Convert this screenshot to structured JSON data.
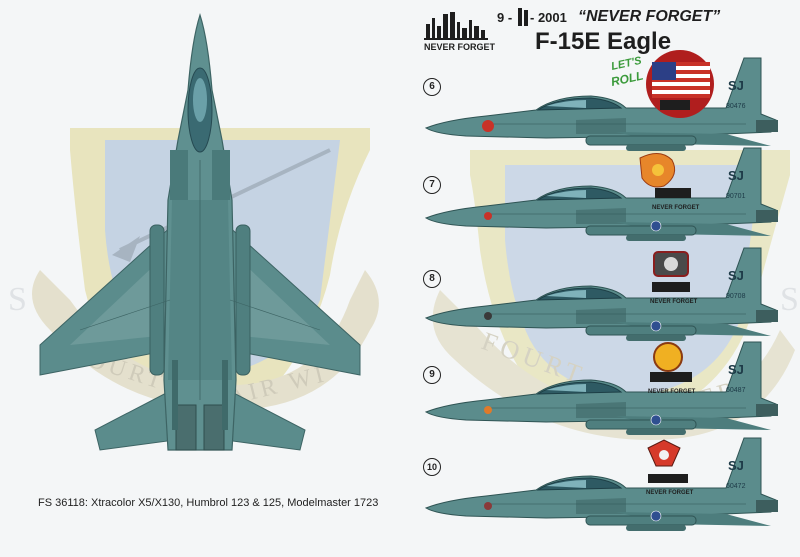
{
  "header": {
    "date_left": "9 -",
    "date_right": "- 2001",
    "slogan": "“NEVER FORGET”",
    "aircraft": "F-15E Eagle",
    "logo_caption": "NEVER FORGET"
  },
  "profiles": [
    {
      "number": "6",
      "tail_code": "SJ",
      "serial": "80476",
      "insignia_text": "LET'S ROLL"
    },
    {
      "number": "7",
      "tail_code": "SJ",
      "serial": "90701",
      "insignia_text": "NEVER FORGET"
    },
    {
      "number": "8",
      "tail_code": "SJ",
      "serial": "90708",
      "insignia_text": "NEVER FORGET"
    },
    {
      "number": "9",
      "tail_code": "SJ",
      "serial": "60487",
      "insignia_text": "NEVER FORGET"
    },
    {
      "number": "10",
      "tail_code": "SJ",
      "serial": "60472",
      "insignia_text": "NEVER FORGET"
    }
  ],
  "background_text": {
    "shield_arc_left": "FOURTH AIR WING",
    "shield_arc_right": "FOURTH FIGHTER WING"
  },
  "colors": {
    "aircraft_paint": "#5b8c8c",
    "aircraft_dark": "#3d6868",
    "shield_yellow": "#e4dfa8",
    "shield_blue": "#b9c9da",
    "accent_red": "#c83228"
  },
  "footer": {
    "paint_note": "FS 36118:  Xtracolor X5/X130, Humbrol 123 & 125, Modelmaster 1723"
  }
}
